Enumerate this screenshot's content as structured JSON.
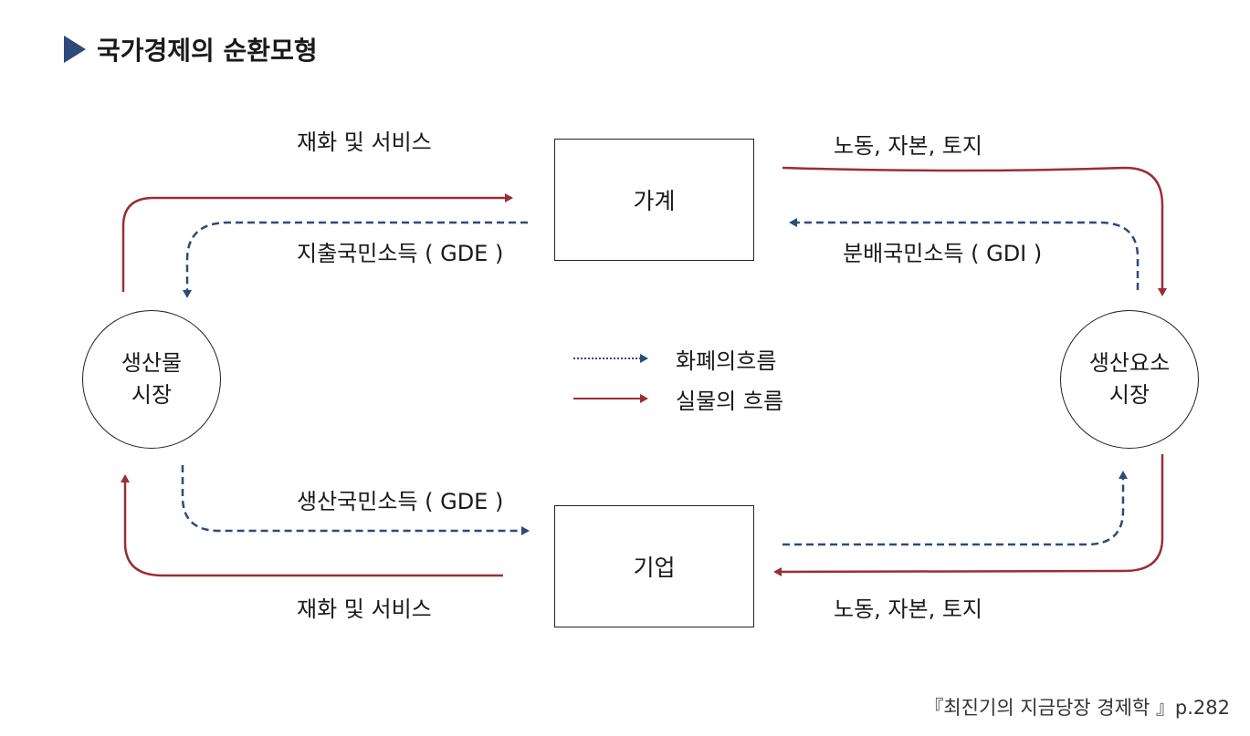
{
  "title": "국가경제의 순환모형",
  "nodes": {
    "household": "가계",
    "firm": "기업",
    "goods_market": [
      "생산물",
      "시장"
    ],
    "factor_market": [
      "생산요소",
      "시장"
    ]
  },
  "labels": {
    "goods_top": "재화 및 서비스",
    "factors_top": "노동, 자본, 토지",
    "expenditure_income": "지출국민소득 ( GDE )",
    "distribution_income": "분배국민소득 ( GDI )",
    "production_income": "생산국민소득 ( GDE )",
    "goods_bottom": "재화 및 서비스",
    "factors_bottom": "노동, 자본, 토지"
  },
  "legend": {
    "money": "화폐의흐름",
    "real": "실물의 흐름"
  },
  "colors": {
    "money": "#2d4a7a",
    "real": "#9b2d35"
  },
  "source": "『최진기의 지금당장 경제학 』p.282"
}
